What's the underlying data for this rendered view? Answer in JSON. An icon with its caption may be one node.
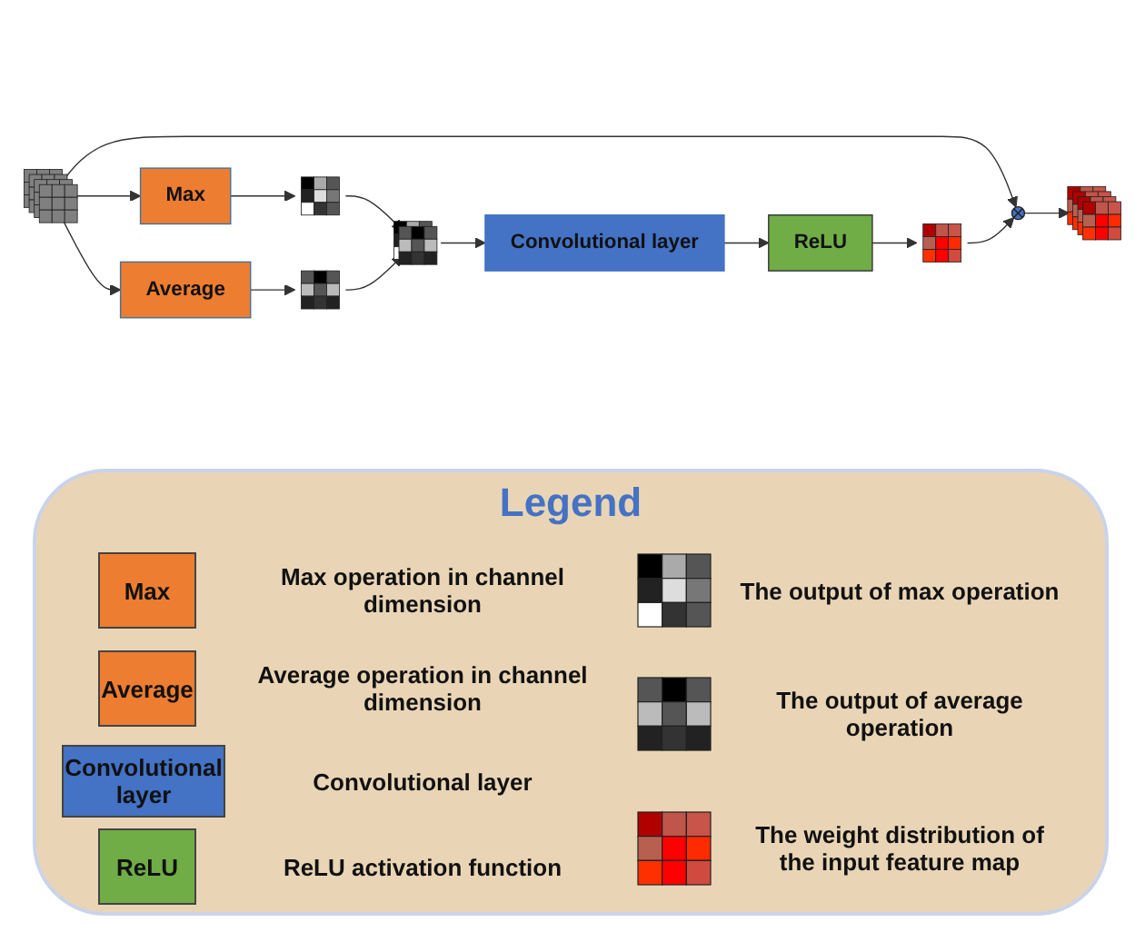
{
  "diagram": {
    "nodes": [
      {
        "text": [],
        "shape": "stack"
      },
      {
        "text": [
          "Max"
        ]
      },
      {
        "text": [
          "Average"
        ]
      },
      {
        "text": [],
        "shape": "grid"
      },
      {
        "text": [],
        "shape": "grid"
      },
      {
        "text": [],
        "shape": "stack"
      },
      {
        "text": [
          "Convolutional layer"
        ]
      },
      {
        "text": [
          "ReLU"
        ]
      },
      {
        "text": [],
        "shape": "grid"
      },
      {
        "text": [],
        "shape": "circle"
      },
      {
        "text": [],
        "shape": "stack"
      }
    ],
    "edges": [
      {
        "from": 0,
        "to": 1,
        "arrow": "to"
      },
      {
        "from": 0,
        "to": 2,
        "arrow": "to"
      },
      {
        "from": 1,
        "to": 3,
        "arrow": "to"
      },
      {
        "from": 2,
        "to": 4,
        "arrow": "to"
      },
      {
        "from": 3,
        "to": 5,
        "arrow": "to"
      },
      {
        "from": 4,
        "to": 5,
        "arrow": "to"
      },
      {
        "from": 5,
        "to": 6,
        "arrow": "to"
      },
      {
        "from": 6,
        "to": 7,
        "arrow": "to"
      },
      {
        "from": 7,
        "to": 8,
        "arrow": "to"
      },
      {
        "from": 0,
        "to": 9,
        "arrow": "to"
      },
      {
        "from": 8,
        "to": 9,
        "arrow": "to"
      },
      {
        "from": 9,
        "to": 10,
        "arrow": "to"
      }
    ],
    "labels": [
      "Legend",
      "Max",
      "Average",
      "Convolutional layer",
      "ReLU"
    ],
    "legend": [
      {
        "text": "Max operation in channel dimension"
      },
      {
        "text": "Average operation in channel dimension"
      },
      {
        "text": "Convolutional layer"
      },
      {
        "text": "ReLU activation function"
      },
      {
        "text": "The output of max operation"
      },
      {
        "text": "The output of average operation"
      },
      {
        "text": "The weight distribution of the input feature map"
      }
    ]
  }
}
